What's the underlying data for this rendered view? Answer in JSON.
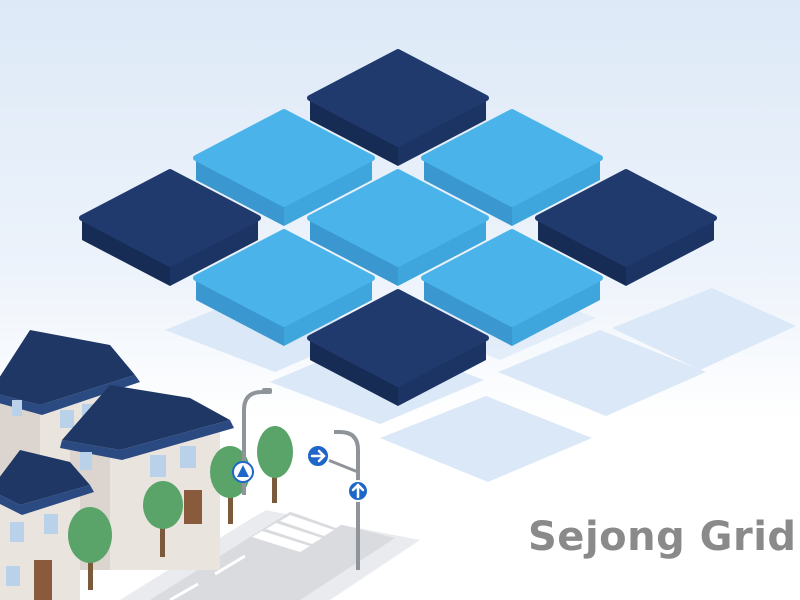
{
  "brand": {
    "wordmark": "Sejong Grid"
  },
  "grid": {
    "rows": 3,
    "cols": 3,
    "pattern": [
      [
        "dark",
        "light",
        "dark"
      ],
      [
        "light",
        "light",
        "light"
      ],
      [
        "dark",
        "light",
        "dark"
      ]
    ]
  },
  "colors": {
    "dark_top": "#203a6e",
    "dark_left": "#172c55",
    "dark_right": "#1c3463",
    "light_top": "#4ab4ea",
    "light_left": "#3a97d0",
    "light_right": "#3fa6dd",
    "shadow_tile": "#dbe8f8",
    "roof": "#1f3764",
    "wall": "#eae4df",
    "window": "#b9d2ea",
    "door": "#8a5a3c",
    "tree": "#5aa46a",
    "trunk": "#7a5a3a",
    "sign": "#1f66c9",
    "road": "#d9dbdf",
    "crosswalk": "#ffffff",
    "pole": "#8f949b",
    "wordmark": "#8a8a8a"
  },
  "icons": {
    "sign_left": "arrow-right-icon",
    "sign_bottom": "arrow-up-icon",
    "sign_tree": "location-pin-icon"
  }
}
